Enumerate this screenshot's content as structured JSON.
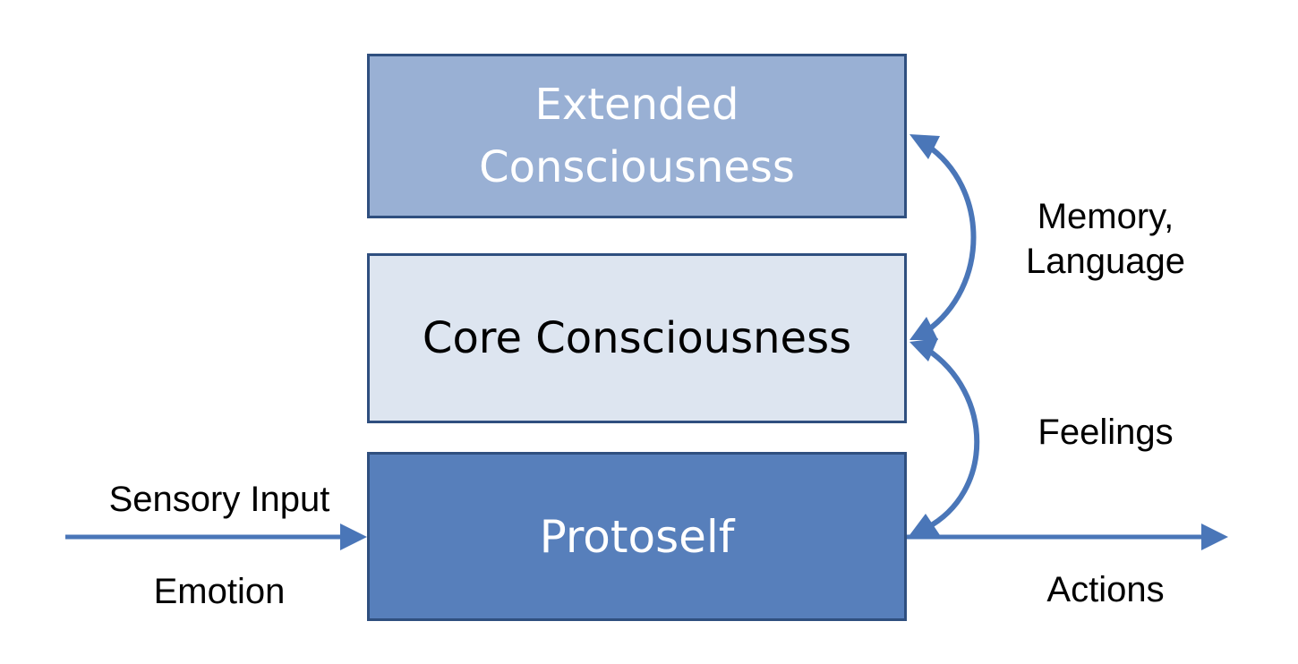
{
  "diagram": {
    "boxes": {
      "extended": {
        "line1": "Extended",
        "line2": "Consciousness"
      },
      "core": {
        "label": "Core Consciousness"
      },
      "proto": {
        "label": "Protoself"
      }
    },
    "labels": {
      "memory_line1": "Memory,",
      "memory_line2": "Language",
      "feelings": "Feelings",
      "actions": "Actions",
      "sensory_input": "Sensory Input",
      "emotion": "Emotion"
    },
    "colors": {
      "extended_fill": "#99b0d4",
      "core_fill": "#dde5f0",
      "proto_fill": "#577fbb",
      "border": "#2f4f7f",
      "arrow": "#4a76b8"
    }
  }
}
